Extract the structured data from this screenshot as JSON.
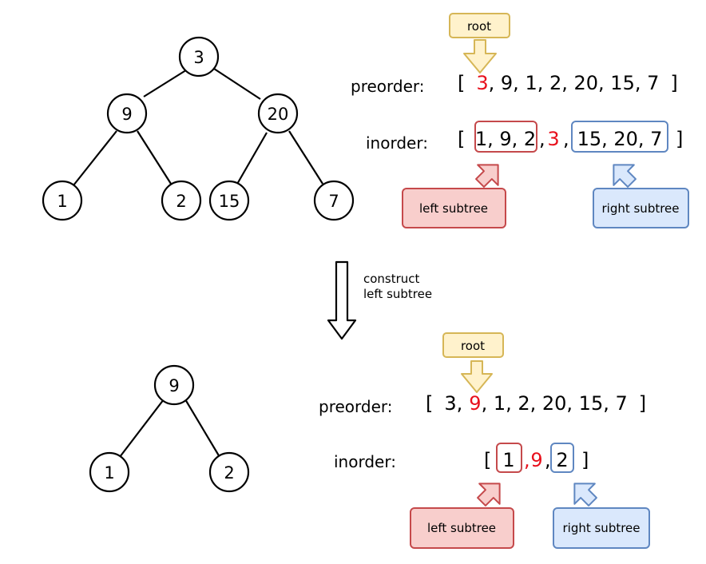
{
  "top": {
    "tree": {
      "nodes": [
        {
          "id": "n3",
          "label": "3"
        },
        {
          "id": "n9",
          "label": "9"
        },
        {
          "id": "n20",
          "label": "20"
        },
        {
          "id": "n1",
          "label": "1"
        },
        {
          "id": "n2",
          "label": "2"
        },
        {
          "id": "n15",
          "label": "15"
        },
        {
          "id": "n7",
          "label": "7"
        }
      ]
    },
    "root_label": "root",
    "preorder": {
      "label": "preorder:",
      "open": "[",
      "root": "3",
      "rest": ", 9, 1, 2, 20, 15, 7",
      "close": "]"
    },
    "inorder": {
      "label": "inorder:",
      "open": "[",
      "left": "1, 9, 2",
      "sep1": ",",
      "root": "3",
      "sep2": ",",
      "right": "15, 20, 7",
      "close": "]"
    },
    "left_subtree_label": "left subtree",
    "right_subtree_label": "right subtree"
  },
  "transition": {
    "line1": "construct",
    "line2": "left subtree"
  },
  "bottom": {
    "tree": {
      "nodes": [
        {
          "id": "b9",
          "label": "9"
        },
        {
          "id": "b1",
          "label": "1"
        },
        {
          "id": "b2",
          "label": "2"
        }
      ]
    },
    "root_label": "root",
    "preorder": {
      "label": "preorder:",
      "open": "[",
      "before": "3,",
      "root": "9",
      "rest": ", 1, 2, 20, 15, 7",
      "close": "]"
    },
    "inorder": {
      "label": "inorder:",
      "open": "[",
      "left": "1",
      "sep1": ",",
      "root": "9",
      "sep2": ",",
      "right": "2",
      "close": "]"
    },
    "left_subtree_label": "left subtree",
    "right_subtree_label": "right subtree"
  },
  "colors": {
    "root_red": "#e8101c",
    "left_stroke": "#c5494b",
    "left_fill": "#f8cecc",
    "right_stroke": "#5f87c1",
    "right_fill": "#dae8fc",
    "root_tag_stroke": "#d6b656",
    "root_tag_fill": "#fff2cc"
  }
}
